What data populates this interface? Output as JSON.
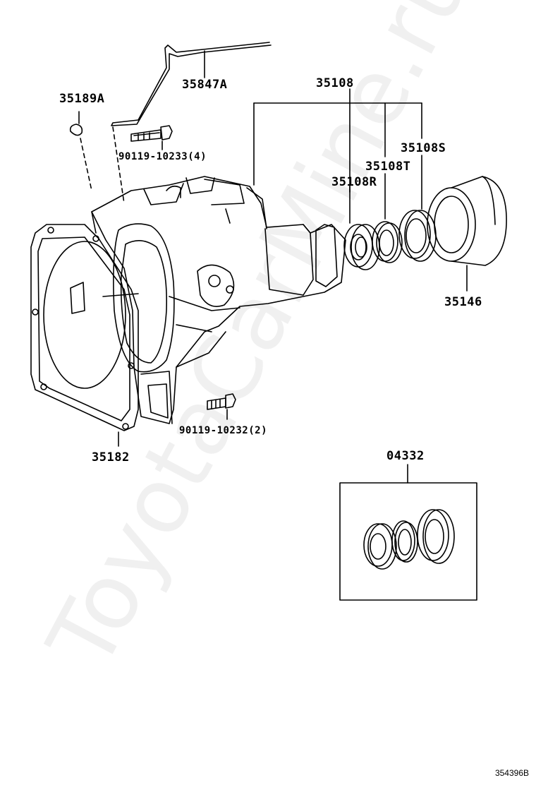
{
  "parts": {
    "wire": "35847A",
    "plug": "35189A",
    "bolt_upper": "90119-10233(4)",
    "seal_group": "35108",
    "seal_s": "35108S",
    "seal_t": "35108T",
    "seal_r": "35108R",
    "sleeve": "35146",
    "gasket": "35182",
    "bolt_lower": "90119-10232(2)",
    "kit": "04332"
  },
  "watermark": "ToyotaCarMine.ru",
  "diagram_code": "354396B",
  "colors": {
    "line": "#000000",
    "background": "#ffffff"
  }
}
